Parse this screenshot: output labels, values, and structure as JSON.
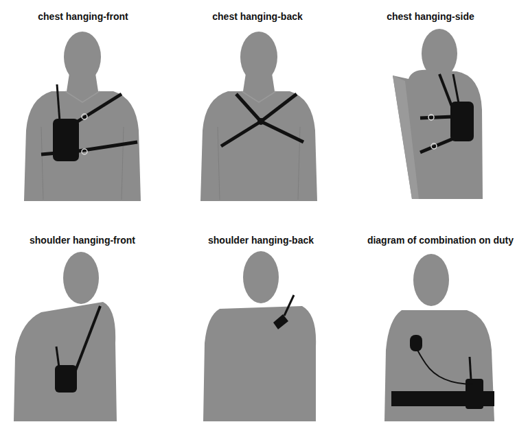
{
  "diagram": {
    "labels": [
      "chest hanging-front",
      "chest hanging-back",
      "chest hanging-side",
      "shoulder hanging-front",
      "shoulder hanging-back",
      "diagram of combination on duty"
    ]
  }
}
